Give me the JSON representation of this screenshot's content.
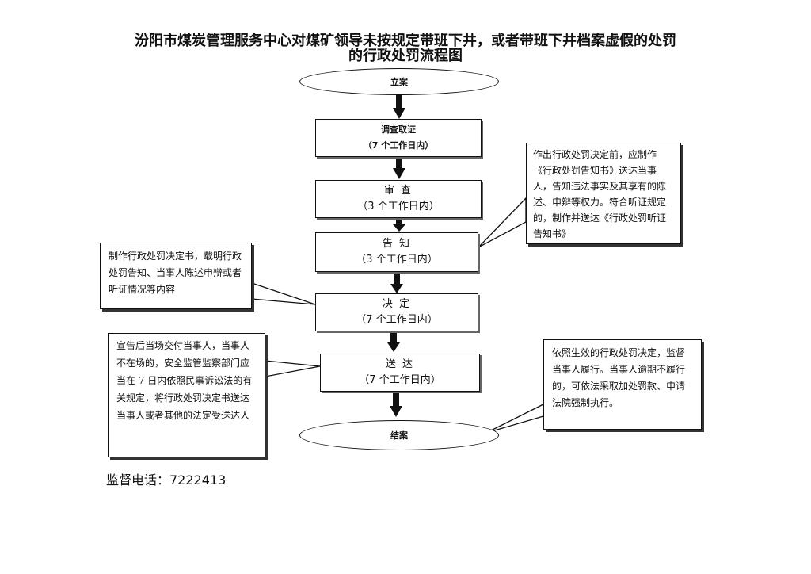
{
  "title": {
    "line1": "汾阳市煤炭管理服务中心对煤矿领导未按规定带班下井，或者带班下井档案虚假的处罚",
    "line2": "的行政处罚流程图"
  },
  "flow": {
    "start": "立案",
    "steps": [
      {
        "name": "调查取证",
        "time": "（7 个工作日内）"
      },
      {
        "name": "审  查",
        "time": "（3 个工作日内）"
      },
      {
        "name": "告  知",
        "time": "（3 个工作日内）"
      },
      {
        "name": "决  定",
        "time": "（7 个工作日内）"
      },
      {
        "name": "送  达",
        "time": "（7 个工作日内）"
      }
    ],
    "end": "结案"
  },
  "notes": {
    "notify": "作出行政处罚决定前，应制作《行政处罚告知书》送达当事人，告知违法事实及其享有的陈述、申辩等权力。符合听证规定的，制作并送达《行政处罚听证告知书》",
    "decision": "制作行政处罚决定书，载明行政处罚告知、当事人陈述申辩或者听证情况等内容",
    "delivery": "宣告后当场交付当事人，当事人不在场的，安全监管监察部门应当在 7 日内依照民事诉讼法的有关规定，将行政处罚决定书送达当事人或者其他的法定受送达人",
    "enforce": "依照生效的行政处罚决定，监督当事人履行。当事人逾期不履行的，可依法采取加处罚款、申请法院强制执行。"
  },
  "footer": {
    "phone": "监督电话：7222413"
  }
}
